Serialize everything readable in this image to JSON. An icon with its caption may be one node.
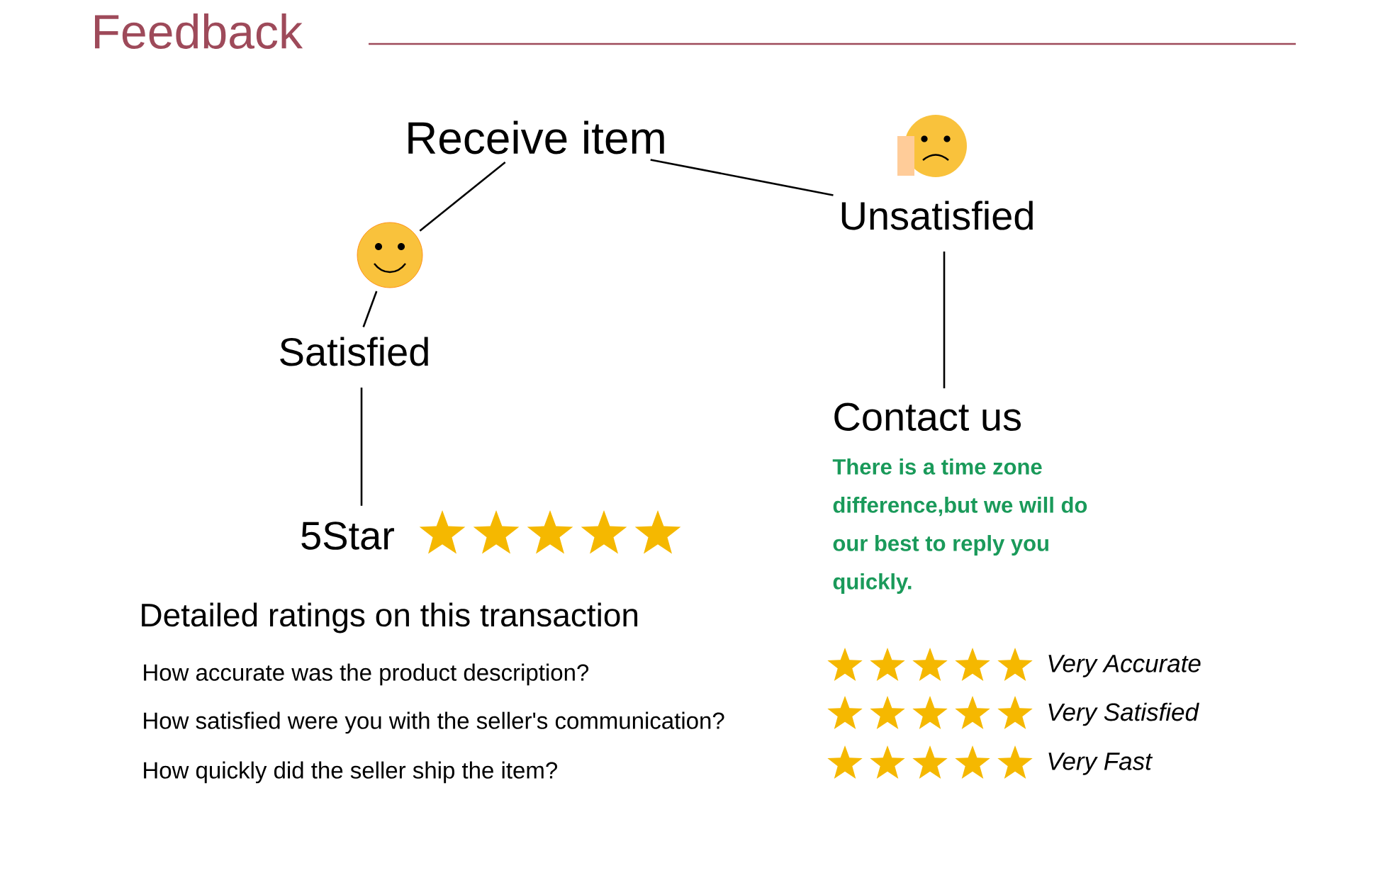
{
  "diagram": {
    "title": "Feedback",
    "nodes": [
      {
        "text": [
          "Receive item"
        ]
      },
      {
        "text": [],
        "shape": "circle"
      },
      {
        "text": [
          "Satisfied"
        ]
      },
      {
        "text": [
          "Unsatisfied"
        ]
      },
      {
        "text": [
          "Contact us",
          "There is a time zone difference,but we will do our best to reply you quickly."
        ]
      },
      {
        "text": [
          "5Star"
        ]
      }
    ],
    "edges": [
      {
        "from": 0,
        "to": 1,
        "arrow": "none"
      },
      {
        "from": 1,
        "to": 2,
        "arrow": "none"
      },
      {
        "from": 0,
        "to": 3,
        "arrow": "none"
      },
      {
        "from": 3,
        "to": 4,
        "arrow": "none"
      },
      {
        "from": 2,
        "to": 5,
        "arrow": "none"
      }
    ],
    "labels": [
      "Detailed ratings on this transaction",
      "How accurate was the product description?",
      "Very Accurate",
      "How satisfied were you with the seller's communication?",
      "Very Satisfied",
      "How quickly did the seller ship the item?",
      "Very Fast"
    ]
  }
}
